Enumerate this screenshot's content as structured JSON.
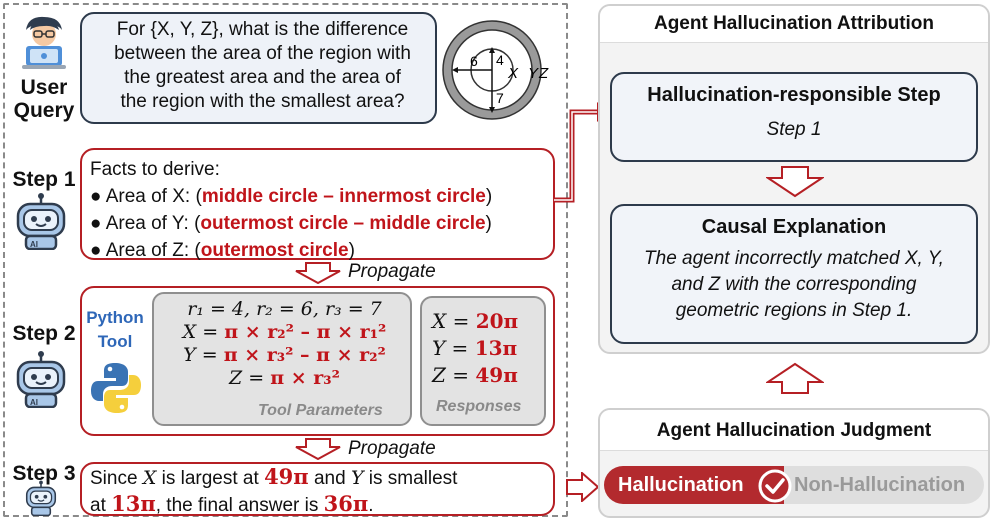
{
  "labels": {
    "user_query": [
      "User",
      "Query"
    ],
    "step1": "Step 1",
    "step2": "Step 2",
    "step3": "Step 3"
  },
  "query": {
    "text_lines": [
      "For {X, Y, Z}, what is the difference",
      "between the area of the region with",
      "the greatest area and the area of",
      "the region with the smallest area?"
    ],
    "diagram_labels": {
      "r1": "4",
      "r2": "6",
      "r3": "7",
      "x": "X",
      "y": "Y",
      "z": "Z"
    }
  },
  "step1": {
    "heading": "Facts to derive:",
    "items": [
      {
        "prefix": "● Area of X: (",
        "highlight": "middle circle – innermost circle",
        "suffix": ")"
      },
      {
        "prefix": "● Area of Y: (",
        "highlight": "outermost circle – middle circle",
        "suffix": ")"
      },
      {
        "prefix": "● Area of Z: (",
        "highlight": "outermost circle",
        "suffix": ")"
      }
    ]
  },
  "propagate_label": "Propagate",
  "step2": {
    "tool_name": [
      "Python",
      "Tool"
    ],
    "radii_line": "r₁ = 4, r₂ = 6, r₃ = 7",
    "formulas": [
      {
        "lhs": "X = ",
        "rhs": "π × r₂² – π × r₁²"
      },
      {
        "lhs": "Y = ",
        "rhs": "π × r₃² – π × r₂²"
      },
      {
        "lhs": "Z = ",
        "rhs": "π × r₃²"
      }
    ],
    "params_label": "Tool Parameters",
    "responses": [
      {
        "lhs": "X = ",
        "rhs": "20π"
      },
      {
        "lhs": "Y = ",
        "rhs": "13π"
      },
      {
        "lhs": "Z = ",
        "rhs": "49π"
      }
    ],
    "responses_label": "Responses"
  },
  "step3": {
    "line1": {
      "a": "Since ",
      "x": "X",
      "b": " is largest at ",
      "v1": "49π",
      "c": " and ",
      "y": "Y",
      "d": " is smallest"
    },
    "line2": {
      "a": "at ",
      "v2": "13π",
      "b": ", the final answer is ",
      "v3": "36π",
      "c": "."
    }
  },
  "attribution": {
    "title": "Agent Hallucination Attribution",
    "step_card": {
      "title": "Hallucination-responsible Step",
      "body": "Step 1"
    },
    "cause_card": {
      "title": "Causal Explanation",
      "body_lines": [
        "The agent incorrectly matched X, Y,",
        "and Z with the corresponding",
        "geometric regions in Step 1."
      ]
    }
  },
  "judgment": {
    "title": "Agent Hallucination Judgment",
    "selected": "Hallucination",
    "other": "Non-Hallucination"
  },
  "colors": {
    "accent_red": "#c0141a",
    "box_red": "#b51f24",
    "pill_red": "#b32a2e",
    "dark_border": "#2d3a4b"
  },
  "icons": [
    "user-laptop-icon",
    "robot-icon",
    "python-logo-icon",
    "checkmark-icon",
    "down-arrow-icon",
    "up-arrow-icon",
    "right-arrow-icon"
  ]
}
